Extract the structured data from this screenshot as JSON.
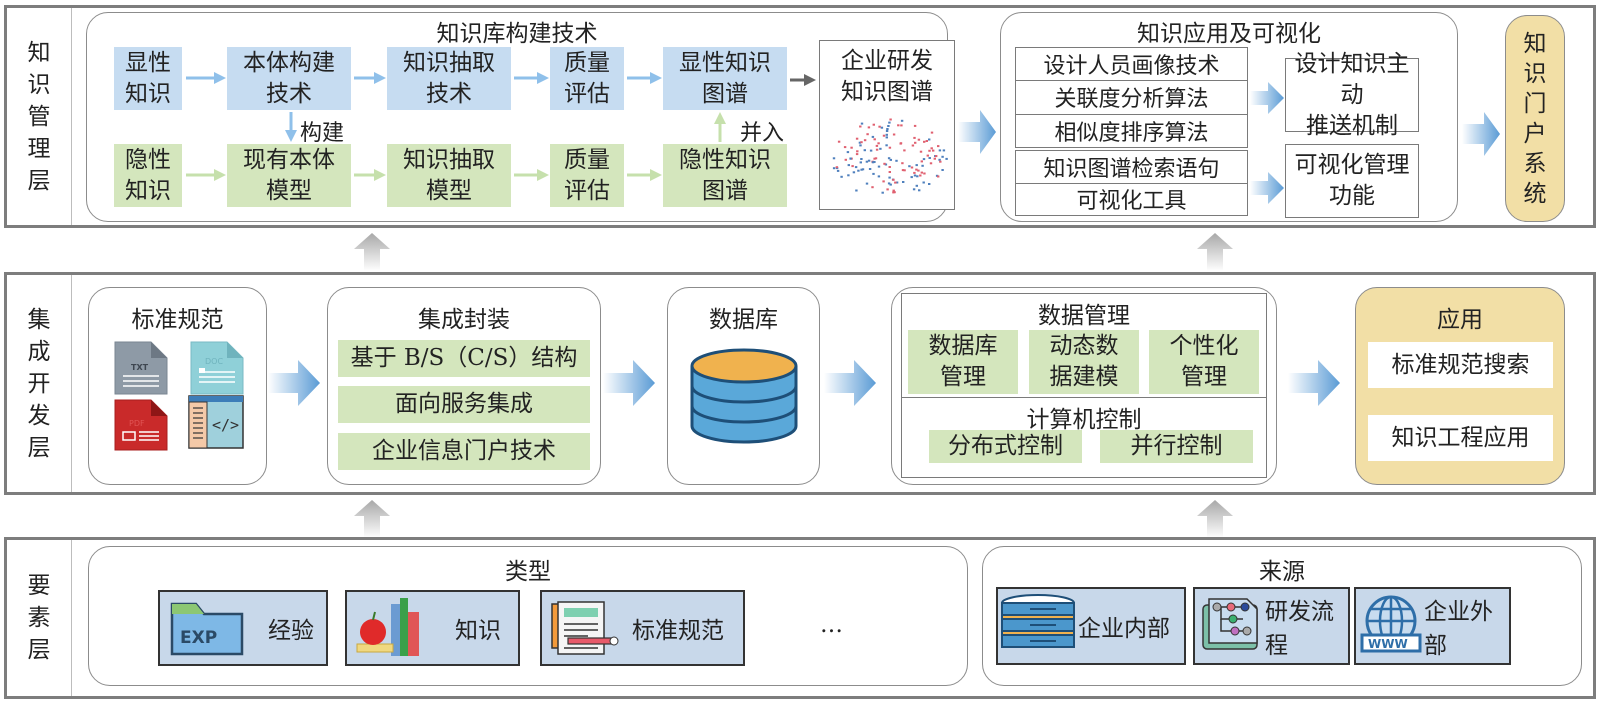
{
  "layers": {
    "knowledge_mgmt": {
      "label": [
        "知",
        "识",
        "管",
        "理",
        "层"
      ],
      "kb_build": {
        "title": "知识库构建技术",
        "explicit_row": [
          {
            "lines": [
              "显性",
              "知识"
            ]
          },
          {
            "lines": [
              "本体构建",
              "技术"
            ]
          },
          {
            "lines": [
              "知识抽取",
              "技术"
            ]
          },
          {
            "lines": [
              "质量",
              "评估"
            ]
          },
          {
            "lines": [
              "显性知识",
              "图谱"
            ]
          }
        ],
        "implicit_row": [
          {
            "lines": [
              "隐性",
              "知识"
            ]
          },
          {
            "lines": [
              "现有本体",
              "模型"
            ]
          },
          {
            "lines": [
              "知识抽取",
              "模型"
            ]
          },
          {
            "lines": [
              "质量",
              "评估"
            ]
          },
          {
            "lines": [
              "隐性知识",
              "图谱"
            ]
          }
        ],
        "build_label": "构建",
        "merge_label": "并入",
        "kg_box": {
          "lines": [
            "企业研发",
            "知识图谱"
          ]
        },
        "colors": {
          "explicit": "#c6dcf1",
          "implicit": "#d4e6bd",
          "node_red": "#e06070",
          "node_blue": "#4f80bd"
        }
      },
      "app_vis": {
        "title": "知识应用及可视化",
        "group1": [
          "设计人员画像技术",
          "关联度分析算法",
          "相似度排序算法"
        ],
        "group2": [
          "知识图谱检索语句",
          "可视化工具"
        ],
        "out1": {
          "lines": [
            "设计知识主动",
            "推送机制"
          ]
        },
        "out2": {
          "lines": [
            "可视化管理",
            "功能"
          ]
        }
      },
      "portal": {
        "chars": [
          "知",
          "识",
          "门",
          "户",
          "系",
          "统"
        ],
        "color": "#f2dfa6"
      }
    },
    "integration_dev": {
      "label": [
        "集",
        "成",
        "开",
        "发",
        "层"
      ],
      "standards": {
        "title": "标准规范",
        "icons": [
          "TXT",
          "DOC",
          "PDF",
          "</>"
        ]
      },
      "encapsulation": {
        "title": "集成封装",
        "items": [
          "基于 B/S（C/S）结构",
          "面向服务集成",
          "企业信息门户技术"
        ]
      },
      "database": {
        "title": "数据库"
      },
      "data_mgmt": {
        "title": "数据管理",
        "items": [
          {
            "lines": [
              "数据库",
              "管理"
            ]
          },
          {
            "lines": [
              "动态数",
              "据建模"
            ]
          },
          {
            "lines": [
              "个性化",
              "管理"
            ]
          }
        ],
        "control_title": "计算机控制",
        "controls": [
          "分布式控制",
          "并行控制"
        ]
      },
      "application": {
        "title": "应用",
        "items": [
          "标准规范搜索",
          "知识工程应用"
        ],
        "color": "#f2dfa6"
      }
    },
    "elements": {
      "label": [
        "要",
        "素",
        "层"
      ],
      "types": {
        "title": "类型",
        "items": [
          {
            "icon": "EXP",
            "label": "经验"
          },
          {
            "label": "知识"
          },
          {
            "label": "标准规范"
          }
        ],
        "more": "…"
      },
      "sources": {
        "title": "来源",
        "items": [
          {
            "label": "企业内部"
          },
          {
            "label": "研发流程"
          },
          {
            "label": "企业外部"
          }
        ],
        "www": "WWW"
      }
    }
  }
}
